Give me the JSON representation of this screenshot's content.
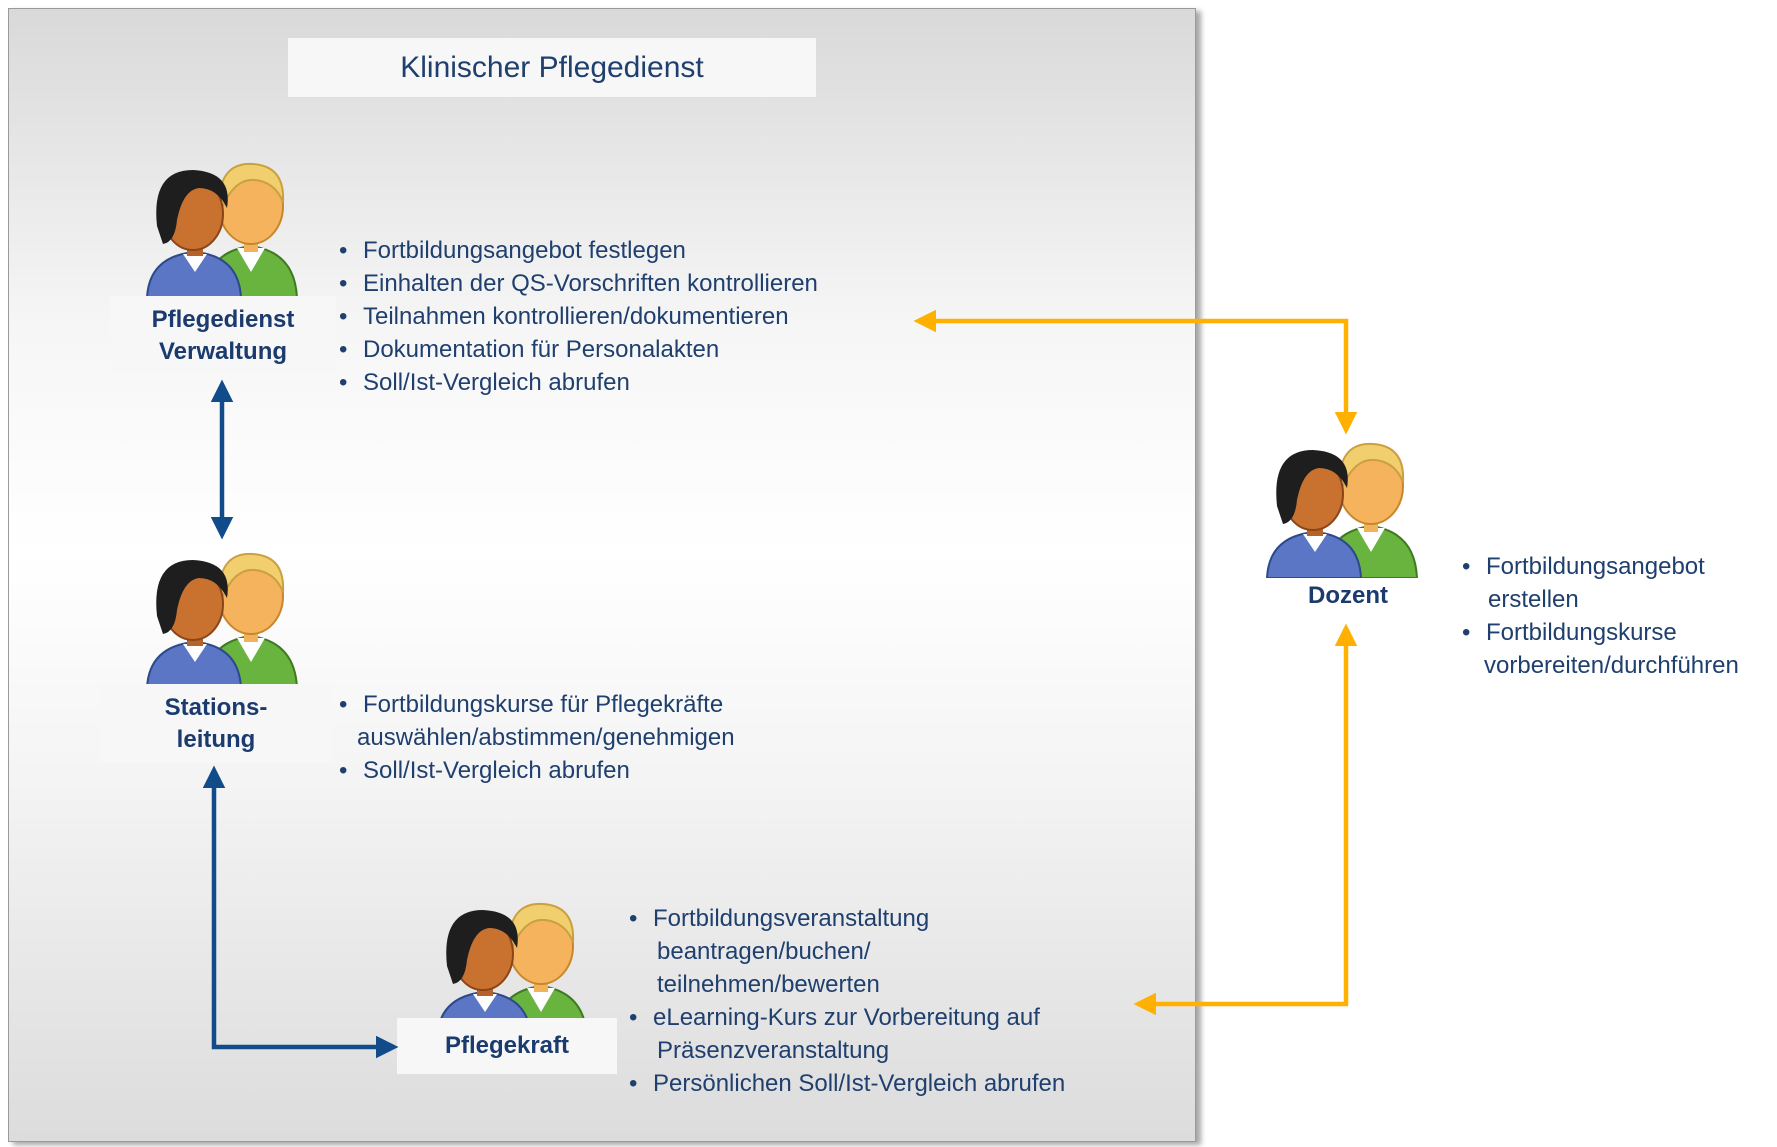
{
  "title": "Klinischer Pflegedienst",
  "colors": {
    "text_navy": "#1f3f6e",
    "arrow_blue": "#114b8a",
    "arrow_yellow": "#ffb000",
    "label_bg": "#f7f7f7"
  },
  "roles": {
    "admin": {
      "label": [
        "Pflegedienst",
        "Verwaltung"
      ],
      "icon": "users-icon",
      "tasks": [
        [
          "Fortbildungsangebot festlegen"
        ],
        [
          "Einhalten der QS-Vorschriften kontrollieren"
        ],
        [
          "Teilnahmen kontrollieren/dokumentieren"
        ],
        [
          "Dokumentation für Personalakten"
        ],
        [
          "Soll/Ist-Vergleich abrufen"
        ]
      ]
    },
    "station": {
      "label": [
        "Stations-",
        "leitung"
      ],
      "icon": "users-icon",
      "tasks": [
        [
          "Fortbildungskurse für Pflegekräfte",
          "auswählen/abstimmen/genehmigen"
        ],
        [
          "Soll/Ist-Vergleich abrufen"
        ]
      ]
    },
    "nurse": {
      "label": [
        "Pflegekraft"
      ],
      "icon": "users-icon",
      "tasks": [
        [
          "Fortbildungsveranstaltung",
          "beantragen/buchen/",
          "teilnehmen/bewerten"
        ],
        [
          "eLearning-Kurs zur Vorbereitung auf",
          "Präsenzveranstaltung"
        ],
        [
          "Persönlichen Soll/Ist-Vergleich abrufen"
        ]
      ]
    },
    "lecturer": {
      "label": [
        "Dozent"
      ],
      "icon": "users-icon",
      "tasks": [
        [
          "Fortbildungsangebot",
          "erstellen"
        ],
        [
          "Fortbildungskurse",
          "vorbereiten/durchführen"
        ]
      ]
    }
  }
}
